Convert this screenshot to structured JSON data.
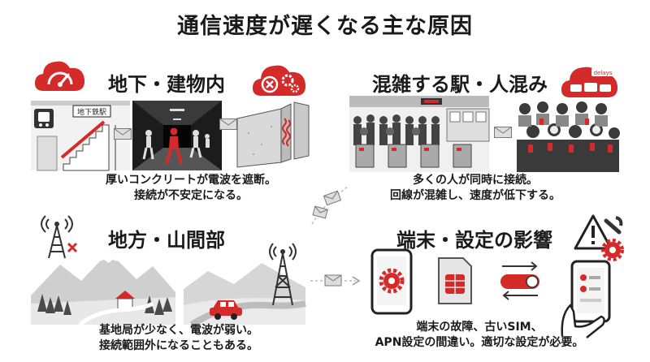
{
  "title": "通信速度が遅くなる主な原因",
  "sections": {
    "underground": {
      "heading": "地下・建物内",
      "sign": "地下鉄駅",
      "caption": [
        "厚いコンクリートが電波を遮断。",
        "接続が不安定になる。"
      ]
    },
    "crowded": {
      "heading": "混雑する駅・人混み",
      "badge": "delays",
      "caption": [
        "多くの人が同時に接続。",
        "回線が混雑し、速度が低下する。"
      ]
    },
    "rural": {
      "heading": "地方・山間部",
      "caption": [
        "基地局が少なく、電波が弱い。",
        "接続範囲外になることもある。"
      ]
    },
    "device": {
      "heading": "端末・設定の影響",
      "caption": [
        "端末の故障、古いSIM、",
        "APN設定の間違い。適切な設定が必要。"
      ]
    }
  },
  "colors": {
    "accent": "#d42a2a",
    "ink": "#1a1a1a",
    "gray": "#9a9a9a",
    "light": "#e6e6e6"
  }
}
